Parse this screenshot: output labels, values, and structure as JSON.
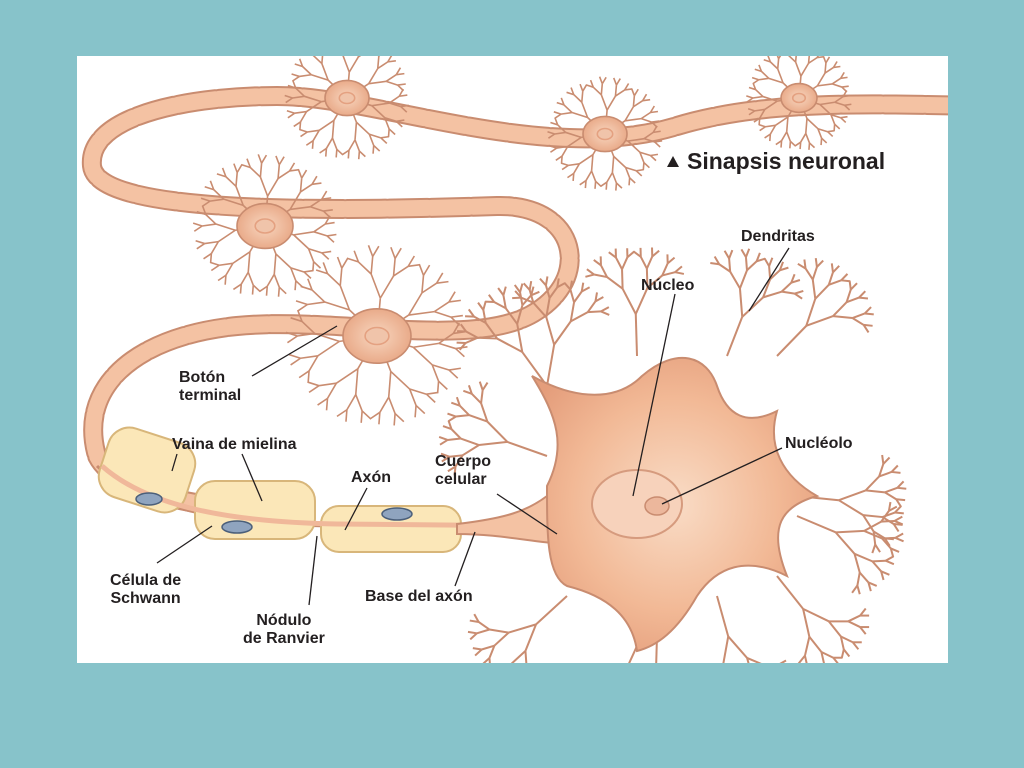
{
  "colors": {
    "background": "#87c3ca",
    "panel": "#ffffff",
    "cell": "#f4c2a3",
    "cell_dark": "#e4a181",
    "cell_outline": "#c98c70",
    "myelin": "#fbe7b8",
    "myelin_outline": "#d8b67a",
    "schwann_nucleus": "#8fa4bf",
    "label_text": "#231f20",
    "leader": "#231f20"
  },
  "diagram": {
    "title": "Sinapsis neuronal",
    "title_marker": "triangle-up-icon",
    "labels": {
      "dendritas": "Dendritas",
      "nucleo": "Núcleo",
      "nucleolo": "Nucléolo",
      "boton_line1": "Botón",
      "boton_line2": "terminal",
      "vaina": "Vaina de mielina",
      "axon": "Axón",
      "cuerpo_line1": "Cuerpo",
      "cuerpo_line2": "celular",
      "celula_line1": "Célula de",
      "celula_line2": "Schwann",
      "base": "Base del axón",
      "nodulo_line1": "Nódulo",
      "nodulo_line2": "de Ranvier"
    }
  }
}
